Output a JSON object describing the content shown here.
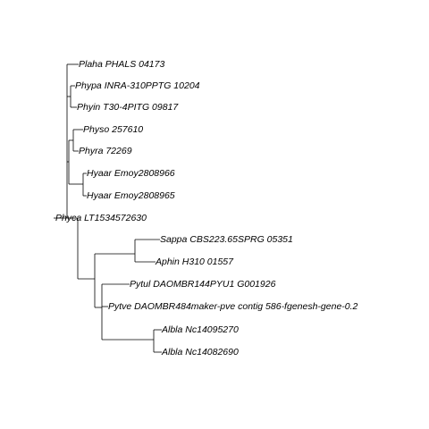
{
  "tree": {
    "tips": [
      {
        "id": "t1",
        "label": "Plaha PHALS 04173"
      },
      {
        "id": "t2",
        "label": "Phypa INRA-310PPTG 10204"
      },
      {
        "id": "t3",
        "label": "Phyin T30-4PITG 09817"
      },
      {
        "id": "t4",
        "label": "Physo 257610"
      },
      {
        "id": "t5",
        "label": "Phyra 72269"
      },
      {
        "id": "t6",
        "label": "Hyaar Emoy2808966"
      },
      {
        "id": "t7",
        "label": "Hyaar Emoy2808965"
      },
      {
        "id": "t8",
        "label": "Phyca LT1534572630"
      },
      {
        "id": "t9",
        "label": "Sappa CBS223.65SPRG 05351"
      },
      {
        "id": "t10",
        "label": "Aphin H310 01557"
      },
      {
        "id": "t11",
        "label": "Pytul DAOMBR144PYU1 G001926"
      },
      {
        "id": "t12",
        "label": "Pytve DAOMBR484maker-pve contig 586-fgenesh-gene-0.2"
      },
      {
        "id": "t13",
        "label": "Albla Nc14095270"
      },
      {
        "id": "t14",
        "label": "Albla Nc14082690"
      }
    ]
  }
}
